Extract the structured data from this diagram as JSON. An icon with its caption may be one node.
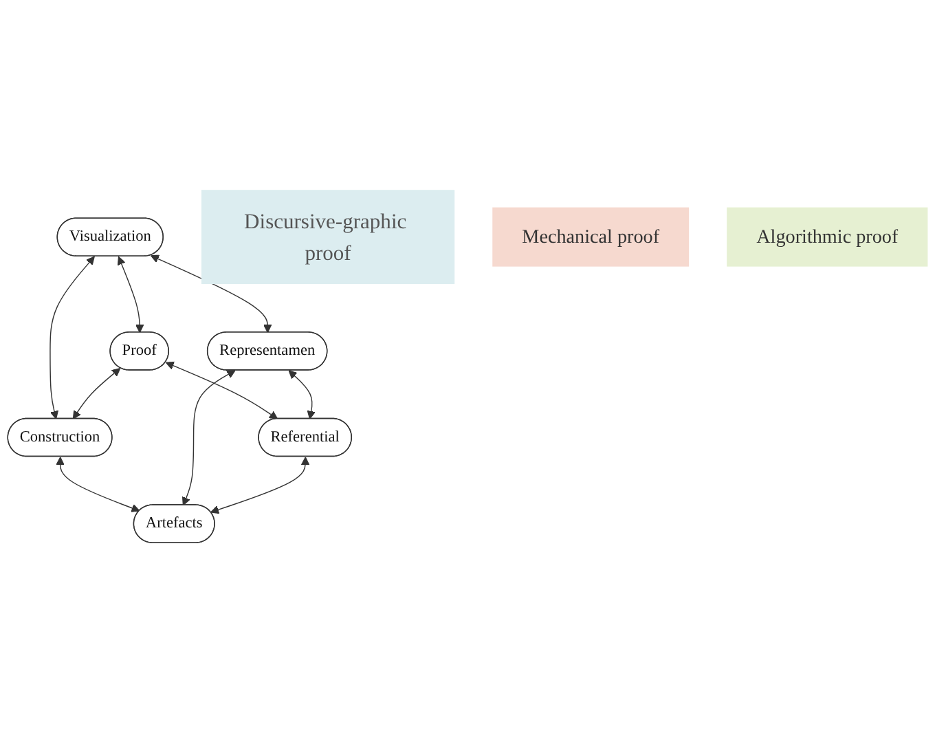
{
  "diagram": {
    "nodes": [
      {
        "text": [
          "Visualization"
        ]
      },
      {
        "text": [
          "Proof"
        ]
      },
      {
        "text": [
          "Construction"
        ]
      },
      {
        "text": [
          "Discursive-graphic proof"
        ]
      },
      {
        "text": [
          "Mechanical proof"
        ]
      },
      {
        "text": [
          "Algorithmic proof"
        ]
      },
      {
        "text": [
          "Representamen"
        ]
      },
      {
        "text": [
          "Referential"
        ]
      },
      {
        "text": [
          "Artefacts"
        ]
      }
    ],
    "edges": [
      {
        "from": 0,
        "to": 1,
        "arrow": "both"
      },
      {
        "from": 0,
        "to": 2,
        "arrow": "both"
      },
      {
        "from": 1,
        "to": 2,
        "arrow": "both"
      },
      {
        "from": 0,
        "to": 6,
        "arrow": "both"
      },
      {
        "from": 1,
        "to": 7,
        "arrow": "both"
      },
      {
        "from": 2,
        "to": 8,
        "arrow": "both"
      },
      {
        "from": 6,
        "to": 7,
        "arrow": "both"
      },
      {
        "from": 6,
        "to": 8,
        "arrow": "both"
      },
      {
        "from": 7,
        "to": 8,
        "arrow": "both"
      }
    ]
  }
}
